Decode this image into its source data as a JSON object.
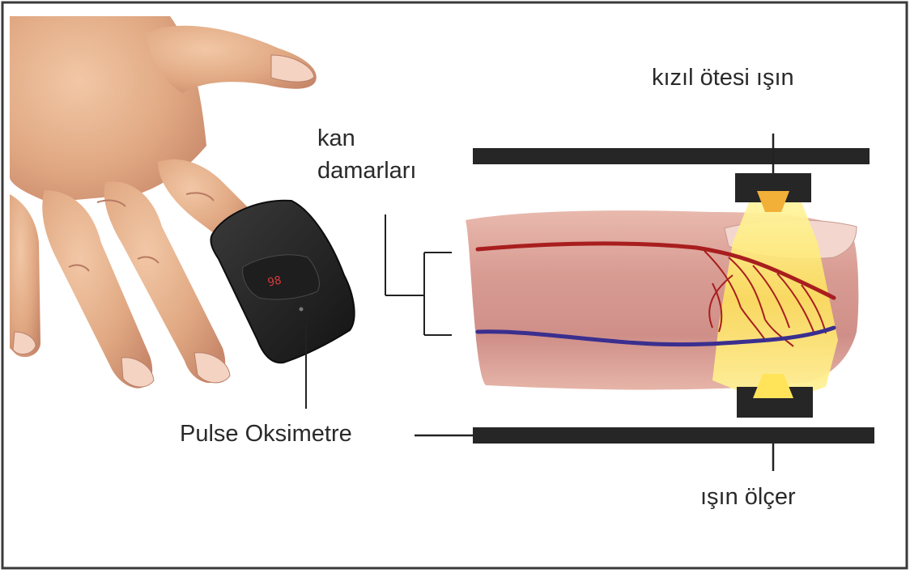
{
  "labels": {
    "infrared_beam": "kızıl ötesi ışın",
    "blood_vessels_line1": "kan",
    "blood_vessels_line2": "damarları",
    "pulse_oximeter": "Pulse Oksimetre",
    "light_detector": "ışın ölçer"
  },
  "device_readout": "98",
  "colors": {
    "frame": "#3a3a3a",
    "skin": "#e0a882",
    "finger": "#d9a49a",
    "artery": "#a81e1e",
    "vein": "#3a2f8f",
    "light": "#ffe45a",
    "emitter": "#f2b038",
    "clamp": "#262626"
  }
}
